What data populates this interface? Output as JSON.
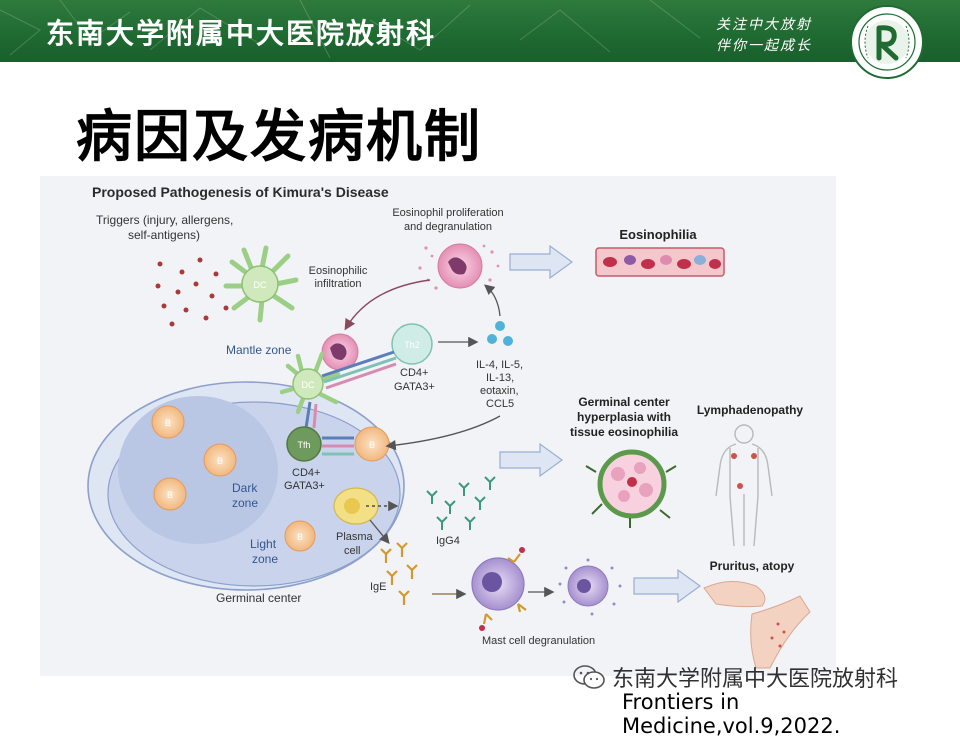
{
  "header": {
    "title": "东南大学附属中大医院放射科",
    "slogan_line1": "关注中大放射",
    "slogan_line2": "伴你一起成长"
  },
  "slide": {
    "title": "病因及发病机制"
  },
  "figure": {
    "title": "Proposed Pathogenesis of Kimura's Disease",
    "triggers_l1": "Triggers (injury, allergens,",
    "triggers_l2": "self-antigens)",
    "eos_prolif_l1": "Eosinophil proliferation",
    "eos_prolif_l2": "and degranulation",
    "eos_infil_l1": "Eosinophilic",
    "eos_infil_l2": "infiltration",
    "eosinophilia": "Eosinophilia",
    "mantle_zone": "Mantle zone",
    "cd4_gata3_l1": "CD4+",
    "cd4_gata3_l2": "GATA3+",
    "cytokines_l1": "IL-4, IL-5,",
    "cytokines_l2": "IL-13,",
    "cytokines_l3": "eotaxin,",
    "cytokines_l4": "CCL5",
    "gc_hyper_l1": "Germinal center",
    "gc_hyper_l2": "hyperplasia with",
    "gc_hyper_l3": "tissue eosinophilia",
    "lymphadenopathy": "Lymphadenopathy",
    "dark_zone_l1": "Dark",
    "dark_zone_l2": "zone",
    "light_zone_l1": "Light",
    "light_zone_l2": "zone",
    "tfh_cd4_l1": "CD4+",
    "tfh_cd4_l2": "GATA3+",
    "plasma_l1": "Plasma",
    "plasma_l2": "cell",
    "igg4": "IgG4",
    "ige": "IgE",
    "germinal_center": "Germinal center",
    "mast_cell": "Mast cell degranulation",
    "pruritus": "Pruritus, atopy",
    "cell_dc": "DC",
    "cell_th2": "Th2",
    "cell_tfh": "Tfh",
    "cell_b": "B"
  },
  "watermark": "东南大学附属中大医院放射科",
  "citation": "Frontiers in Medicine,vol.9,2022.",
  "colors": {
    "banner_green": "#1f6b32",
    "title_blue": "#2d4d8a",
    "figure_bg": "#f2f3f6"
  }
}
